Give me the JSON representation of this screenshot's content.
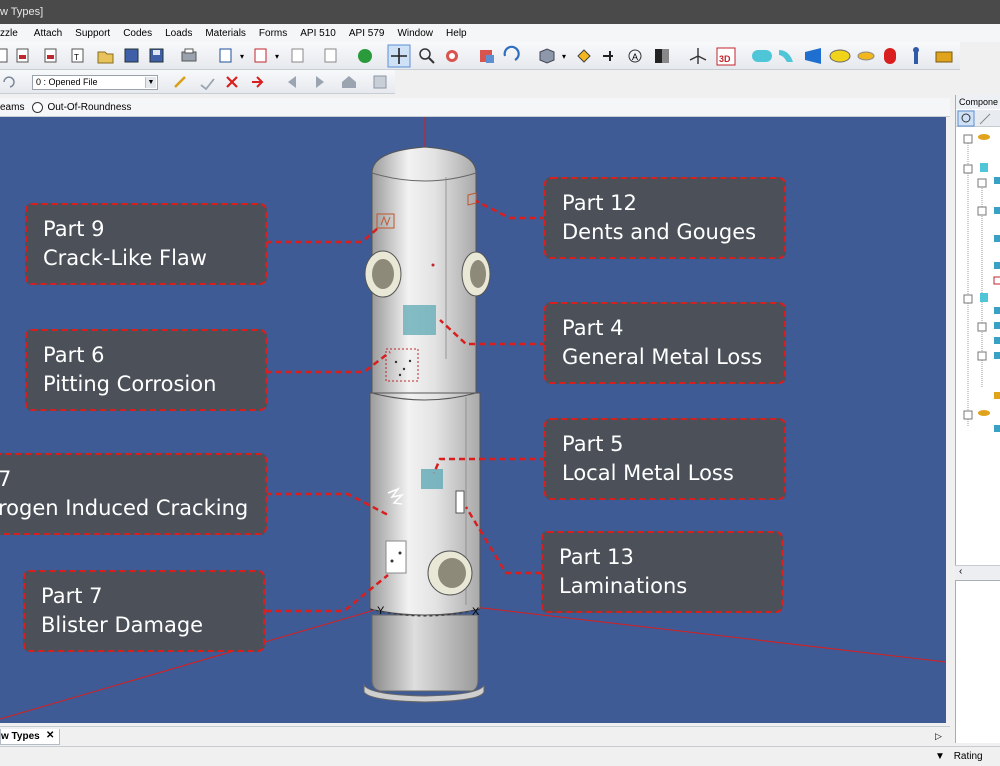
{
  "window": {
    "title": "w Types]"
  },
  "menu": [
    "zzle",
    "Attach",
    "Support",
    "Codes",
    "Loads",
    "Materials",
    "Forms",
    "API 510",
    "API 579",
    "Window",
    "Help"
  ],
  "toolbar2": {
    "combo_value": "0 : Opened File"
  },
  "optionbar": {
    "item1": "eams",
    "item2": "Out-Of-Roundness"
  },
  "callouts": {
    "part9": {
      "l1": "Part 9",
      "l2": "Crack-Like Flaw"
    },
    "part12": {
      "l1": "Part 12",
      "l2": "Dents and Gouges"
    },
    "part6": {
      "l1": "Part 6",
      "l2": "Pitting Corrosion"
    },
    "part4": {
      "l1": "Part 4",
      "l2": "General Metal Loss"
    },
    "part5": {
      "l1": "Part 5",
      "l2": "Local Metal Loss"
    },
    "part7h": {
      "l1": " 7",
      "l2": "rogen Induced Cracking"
    },
    "part13": {
      "l1": "Part 13",
      "l2": "Laminations"
    },
    "part7": {
      "l1": "Part 7",
      "l2": "Blister Damage"
    }
  },
  "axes": {
    "y": "Y",
    "x": "X"
  },
  "rightpanel": {
    "header": "Compone"
  },
  "tabs": {
    "active": "w Types"
  },
  "status": {
    "rating": "Rating"
  }
}
